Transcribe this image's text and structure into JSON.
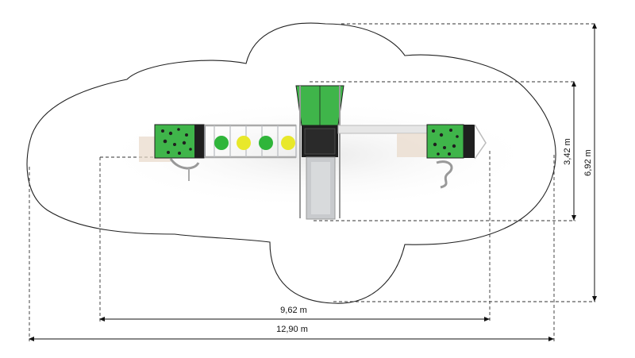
{
  "dimensions": {
    "inner_width": "9,62 m",
    "outer_width": "12,90 m",
    "inner_height": "3,42 m",
    "outer_height": "6,92 m"
  },
  "colors": {
    "panel_green": "#3fb54a",
    "panel_dark": "#1f1f1f",
    "ball_green": "#2fb53a",
    "ball_yellow": "#e8e82a",
    "frame_grey": "#b9bcc0",
    "slide_grey": "#c8cacd",
    "safety_outline": "#222222"
  },
  "panels": {
    "monkey_bars_balls": [
      "green",
      "yellow",
      "green",
      "yellow"
    ]
  }
}
